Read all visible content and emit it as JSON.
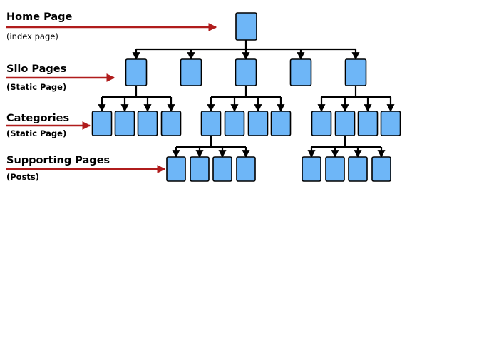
{
  "legend": {
    "home": {
      "title": "Home Page",
      "subtitle": "(index page)"
    },
    "silo": {
      "title": "Silo Pages",
      "subtitle": "(Static Page)"
    },
    "categories": {
      "title": "Categories",
      "subtitle": "(Static Page)"
    },
    "supporting": {
      "title": "Supporting Pages",
      "subtitle": "(Posts)"
    }
  },
  "colors": {
    "node_fill": "#6eb6f7",
    "node_border": "#000000",
    "connector": "#000000",
    "pointer_arrow": "#b01c1c"
  },
  "structure": {
    "home_pages": 1,
    "silo_pages": 5,
    "category_groups": [
      4,
      4,
      4
    ],
    "supporting_groups": [
      4,
      4
    ]
  }
}
